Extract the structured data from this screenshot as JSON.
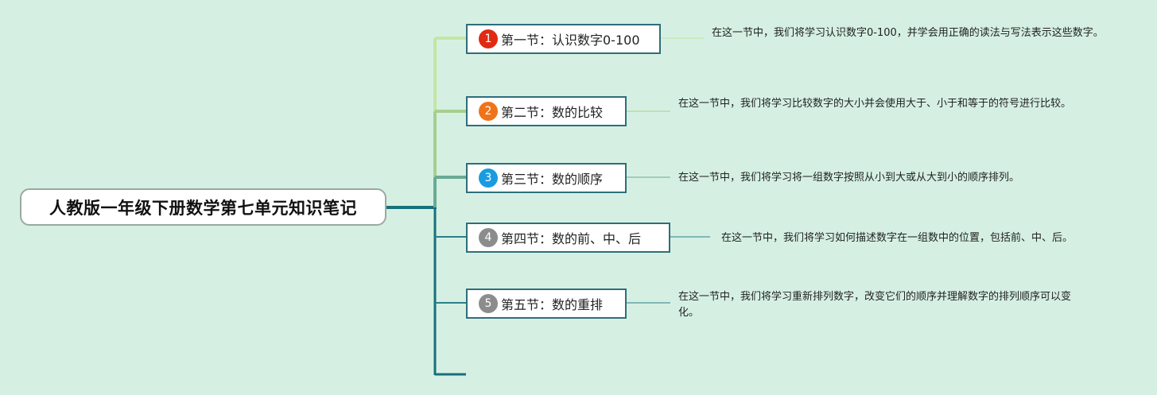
{
  "root": {
    "title": "人教版一年级下册数学第七单元知识笔记"
  },
  "sections": [
    {
      "number": "1",
      "title": "第一节：认识数字0-100",
      "badge_color": "#e02a14",
      "line_color": "#c6e5a4",
      "description": "在这一节中，我们将学习认识数字0-100，并学会用正确的读法与写法表示这些数字。"
    },
    {
      "number": "2",
      "title": "第二节：数的比较",
      "badge_color": "#ef7319",
      "line_color": "#a6cf8e",
      "description": "在这一节中，我们将学习比较数字的大小并会使用大于、小于和等于的符号进行比较。"
    },
    {
      "number": "3",
      "title": "第三节：数的顺序",
      "badge_color": "#1a9be0",
      "line_color": "#6aaa94",
      "description": "在这一节中，我们将学习将一组数字按照从小到大或从大到小的顺序排列。"
    },
    {
      "number": "4",
      "title": "第四节：数的前、中、后",
      "badge_color": "#8c8c8c",
      "line_color": "#2b7f88",
      "description": "在这一节中，我们将学习如何描述数字在一组数中的位置，包括前、中、后。"
    },
    {
      "number": "5",
      "title": "第五节：数的重排",
      "badge_color": "#8c8c8c",
      "line_color": "#2b7f88",
      "description": "在这一节中，我们将学习重新排列数字，改变它们的顺序并理解数字的排列顺序可以变化。"
    }
  ],
  "colors": {
    "background": "#d5f0e3",
    "trunk": "#17707a"
  }
}
